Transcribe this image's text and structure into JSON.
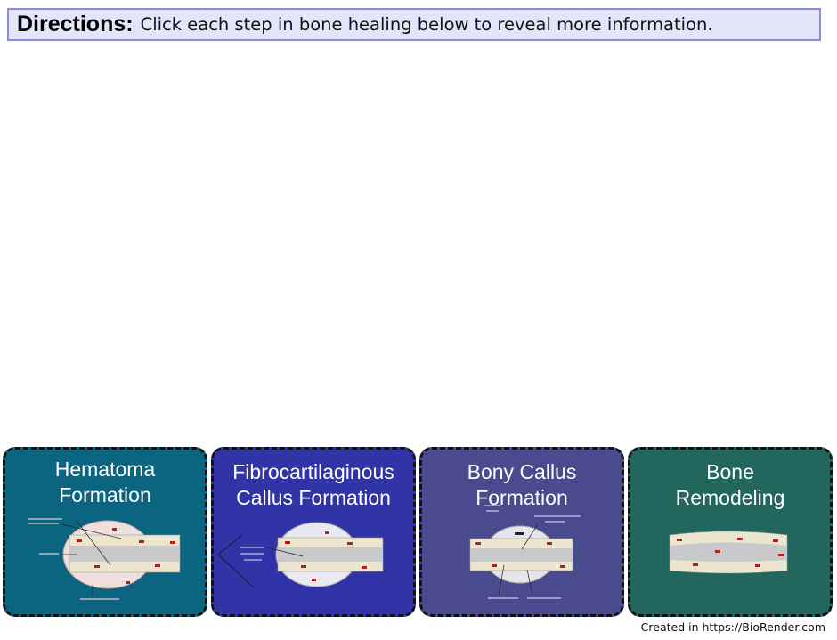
{
  "directions": {
    "label": "Directions:",
    "text": "Click each step in bone healing below to reveal more information."
  },
  "cards": [
    {
      "title_line1": "Hematoma",
      "title_line2": "Formation",
      "color": "#0b6580"
    },
    {
      "title_line1": "Fibrocartilaginous",
      "title_line2": "Callus Formation",
      "color": "#3134a6"
    },
    {
      "title_line1": "Bony Callus",
      "title_line2": "Formation",
      "color": "#4a4a8f"
    },
    {
      "title_line1": "Bone",
      "title_line2": "Remodeling",
      "color": "#23665e"
    }
  ],
  "credit": "Created in  https://BioRender.com"
}
